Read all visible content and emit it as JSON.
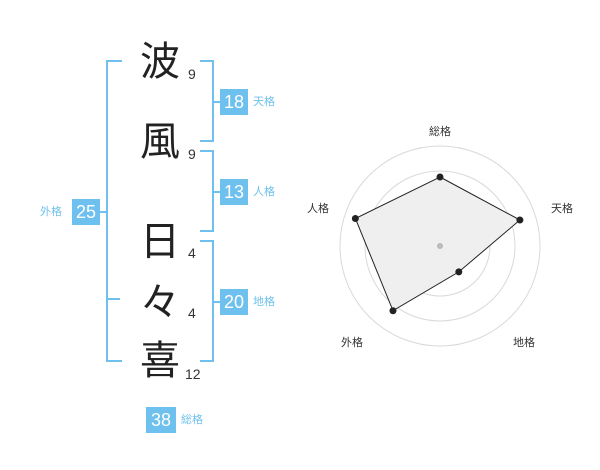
{
  "name_chars": [
    {
      "char": "波",
      "strokes": "9"
    },
    {
      "char": "風",
      "strokes": "9"
    },
    {
      "char": "日",
      "strokes": "4"
    },
    {
      "char": "々",
      "strokes": "4"
    },
    {
      "char": "喜",
      "strokes": "12"
    }
  ],
  "kaku": {
    "tenkaku": {
      "value": "18",
      "label": "天格"
    },
    "jinkaku": {
      "value": "13",
      "label": "人格"
    },
    "chikaku": {
      "value": "20",
      "label": "地格"
    },
    "gaikaku": {
      "value": "25",
      "label": "外格"
    },
    "soukaku": {
      "value": "38",
      "label": "総格"
    }
  },
  "colors": {
    "accent": "#6ec1ee",
    "polygon_fill": "#efefef",
    "ring": "#d9d9d9",
    "line": "#222222"
  },
  "chart_data": {
    "type": "radar",
    "axes": [
      "総格",
      "天格",
      "地格",
      "外格",
      "人格"
    ],
    "levels": 4,
    "values": [
      0.69,
      0.84,
      0.32,
      0.8,
      0.89
    ],
    "range": [
      0,
      1
    ]
  }
}
